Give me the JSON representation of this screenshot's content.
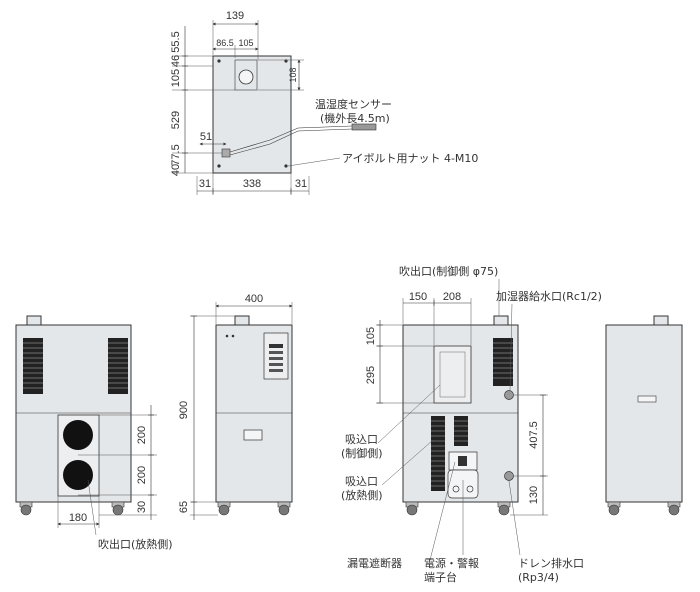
{
  "top_view": {
    "dim_width_139": "139",
    "dim_86_5": "86.5",
    "dim_105_top": "105",
    "dim_55_5": "55.5",
    "dim_46": "46",
    "dim_105_left": "105",
    "dim_108": "108",
    "dim_529": "529",
    "dim_51": "51",
    "dim_77_5": "77.5",
    "dim_40": "40",
    "dim_31_left": "31",
    "dim_338": "338",
    "dim_31_right": "31",
    "sensor_label_1": "温湿度センサー",
    "sensor_label_2": "(機外長4.5m)",
    "eyebolt_label": "アイボルト用ナット 4-M10"
  },
  "front_view": {
    "dim_200_top": "200",
    "dim_200_bottom": "200",
    "dim_30": "30",
    "dim_180": "180",
    "outlet_label": "吹出口(放熱側)"
  },
  "side_view": {
    "dim_400": "400",
    "dim_900": "900",
    "dim_65": "65"
  },
  "rear_view": {
    "outlet_label": "吹出口(制御側 φ75)",
    "dim_150": "150",
    "dim_208": "208",
    "humidifier_label": "加湿器給水口(Rc1/2)",
    "dim_105": "105",
    "dim_295": "295",
    "dim_407_5": "407.5",
    "dim_130": "130",
    "inlet_control_1": "吸込口",
    "inlet_control_2": "(制御側)",
    "inlet_heat_1": "吸込口",
    "inlet_heat_2": "(放熱側)",
    "breaker_label": "漏電遮断器",
    "terminal_label_1": "電源・警報",
    "terminal_label_2": "端子台",
    "drain_label_1": "ドレン排水口",
    "drain_label_2": "(Rp3/4)"
  }
}
